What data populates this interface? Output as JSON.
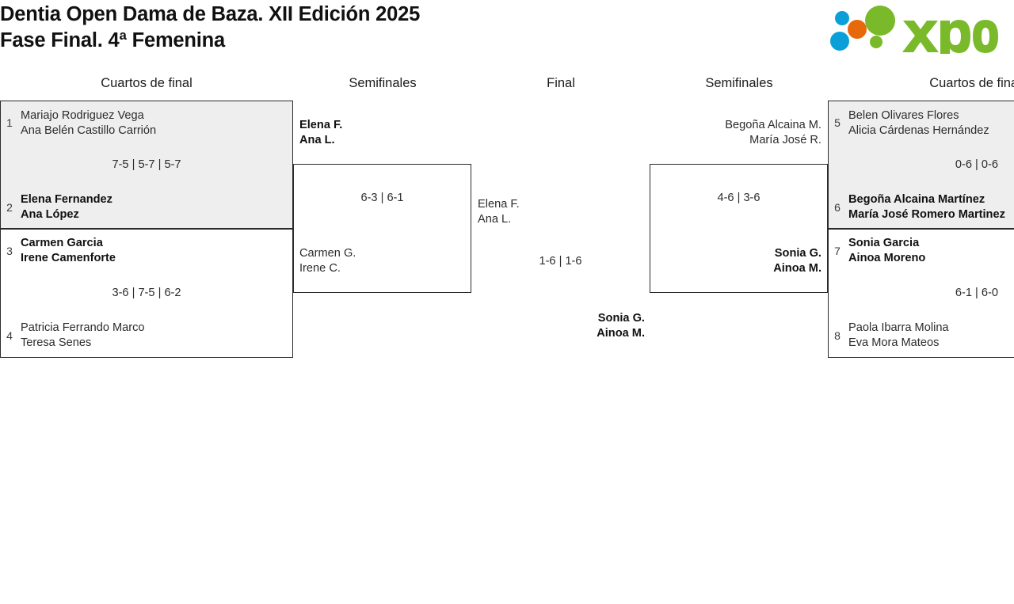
{
  "header": {
    "title_line1": "Dentia Open Dama de Baza. XII Edición 2025",
    "title_line2": "Fase Final. 4ª Femenina",
    "logo_text": "xporty",
    "logo_colors": {
      "green": "#7ab929",
      "blue": "#0a9fd8",
      "orange": "#e8690b"
    }
  },
  "columns": [
    {
      "label": "Cuartos de final"
    },
    {
      "label": "Semifinales"
    },
    {
      "label": "Final"
    },
    {
      "label": "Semifinales"
    },
    {
      "label": "Cuartos de final"
    }
  ],
  "bracket": {
    "qf_left": [
      {
        "score": "7-5 | 5-7 | 5-7",
        "top": {
          "seed": "1",
          "line1": "Mariajo Rodriguez Vega",
          "line2": "Ana Belén Castillo Carrión",
          "winner": false
        },
        "bottom": {
          "seed": "2",
          "line1": "Elena Fernandez",
          "line2": "Ana López",
          "winner": true
        }
      },
      {
        "score": "3-6 | 7-5 | 6-2",
        "top": {
          "seed": "3",
          "line1": "Carmen Garcia",
          "line2": "Irene Camenforte",
          "winner": true
        },
        "bottom": {
          "seed": "4",
          "line1": "Patricia Ferrando Marco",
          "line2": "Teresa Senes",
          "winner": false
        }
      }
    ],
    "sf_left": {
      "score": "6-3 | 6-1",
      "top": {
        "line1": "Elena F.",
        "line2": "Ana L.",
        "winner": true
      },
      "bottom": {
        "line1": "Carmen G.",
        "line2": "Irene C.",
        "winner": false
      }
    },
    "final": {
      "score": "1-6 | 1-6",
      "left": {
        "line1": "Elena F.",
        "line2": "Ana L.",
        "winner": false
      },
      "right": {
        "line1": "Sonia G.",
        "line2": "Ainoa M.",
        "winner": true
      }
    },
    "sf_right": {
      "score": "4-6 | 3-6",
      "top": {
        "line1": "Begoña Alcaina M.",
        "line2": "María José R.",
        "winner": false
      },
      "bottom": {
        "line1": "Sonia G.",
        "line2": "Ainoa M.",
        "winner": true
      }
    },
    "qf_right": [
      {
        "score": "0-6 | 0-6",
        "top": {
          "seed": "5",
          "line1": "Belen Olivares Flores",
          "line2": "Alicia Cárdenas Hernández",
          "winner": false
        },
        "bottom": {
          "seed": "6",
          "line1": "Begoña Alcaina Martínez",
          "line2": "María José Romero Martinez",
          "winner": true
        }
      },
      {
        "score": "6-1 | 6-0",
        "top": {
          "seed": "7",
          "line1": "Sonia Garcia",
          "line2": "Ainoa Moreno",
          "winner": true
        },
        "bottom": {
          "seed": "8",
          "line1": "Paola Ibarra Molina",
          "line2": "Eva Mora Mateos",
          "winner": false
        }
      }
    ]
  }
}
